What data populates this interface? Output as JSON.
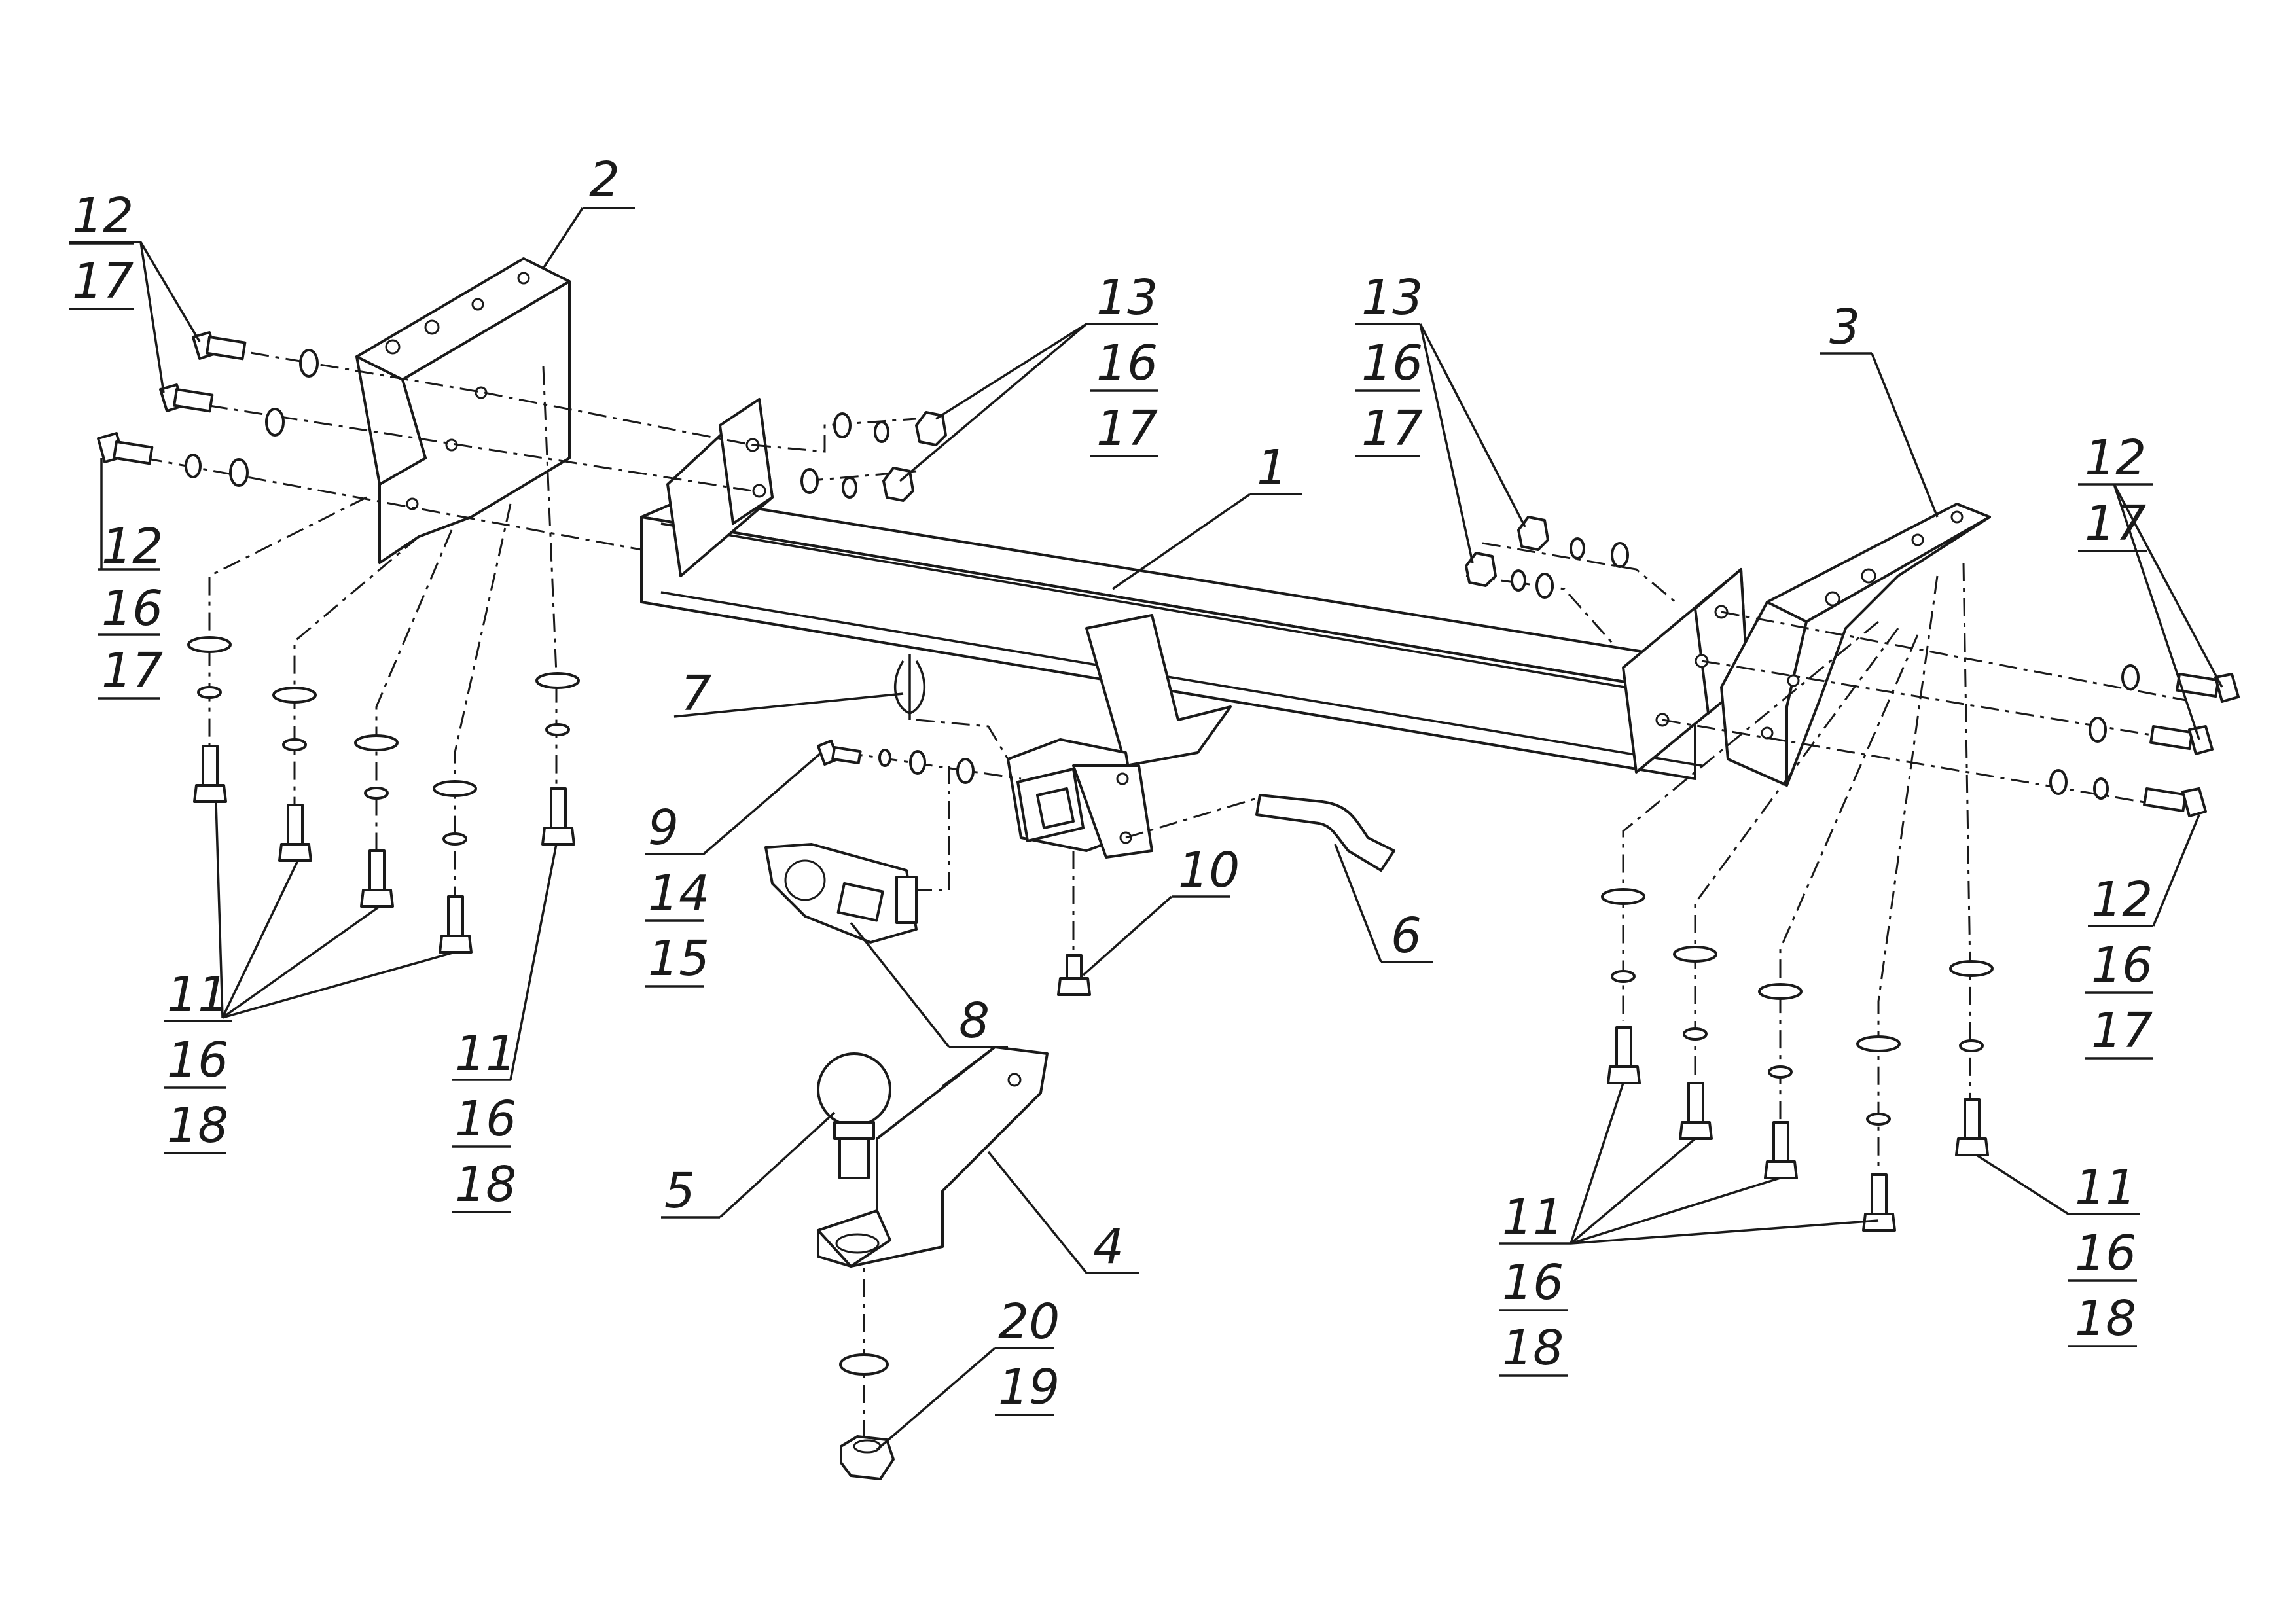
{
  "callouts": [
    {
      "id": "c2",
      "lines": [
        "2"
      ]
    },
    {
      "id": "c12a",
      "lines": [
        "12",
        "17"
      ]
    },
    {
      "id": "c12b",
      "lines": [
        "12",
        "16",
        "17"
      ]
    },
    {
      "id": "c13a",
      "lines": [
        "13",
        "16",
        "17"
      ]
    },
    {
      "id": "c1",
      "lines": [
        "1"
      ]
    },
    {
      "id": "c13b",
      "lines": [
        "13",
        "16",
        "17"
      ]
    },
    {
      "id": "c3",
      "lines": [
        "3"
      ]
    },
    {
      "id": "c12c",
      "lines": [
        "12",
        "17"
      ]
    },
    {
      "id": "c12d",
      "lines": [
        "12",
        "16",
        "17"
      ]
    },
    {
      "id": "c7",
      "lines": [
        "7"
      ]
    },
    {
      "id": "c9",
      "lines": [
        "9",
        "14",
        "15"
      ]
    },
    {
      "id": "c10",
      "lines": [
        "10"
      ]
    },
    {
      "id": "c6",
      "lines": [
        "6"
      ]
    },
    {
      "id": "c8",
      "lines": [
        "8"
      ]
    },
    {
      "id": "c11a",
      "lines": [
        "11",
        "16",
        "18"
      ]
    },
    {
      "id": "c11b",
      "lines": [
        "11",
        "16",
        "18"
      ]
    },
    {
      "id": "c5",
      "lines": [
        "5"
      ]
    },
    {
      "id": "c4",
      "lines": [
        "4"
      ]
    },
    {
      "id": "c20",
      "lines": [
        "20",
        "19"
      ]
    },
    {
      "id": "c11c",
      "lines": [
        "11",
        "16",
        "18"
      ]
    },
    {
      "id": "c11d",
      "lines": [
        "11",
        "16",
        "18"
      ]
    }
  ]
}
